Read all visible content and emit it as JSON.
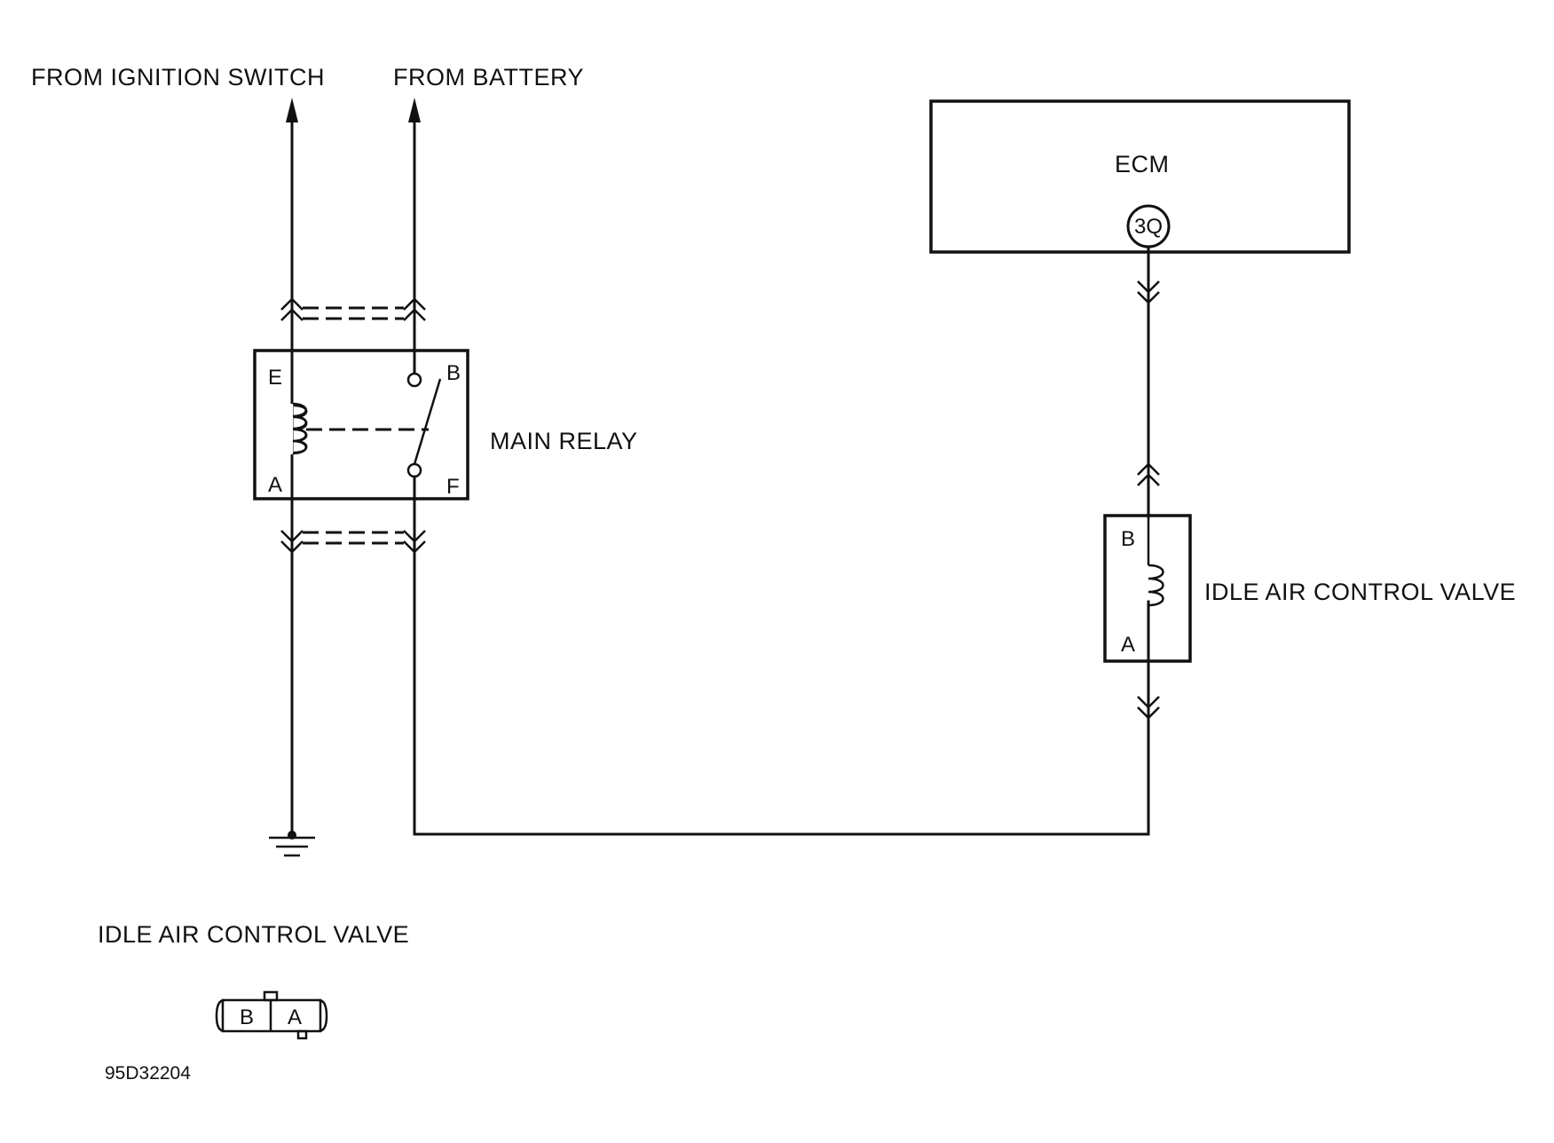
{
  "labels": {
    "ignition": "FROM IGNITION SWITCH",
    "battery": "FROM BATTERY",
    "ecm": "ECM",
    "ecm_terminal": "3Q",
    "main_relay": "MAIN RELAY",
    "iac_valve": "IDLE AIR CONTROL VALVE",
    "iac_connector_title": "IDLE AIR CONTROL VALVE",
    "figure_code": "95D32204"
  },
  "relay_pins": {
    "e": "E",
    "a": "A",
    "b": "B",
    "f": "F"
  },
  "iac_pins": {
    "b": "B",
    "a": "A"
  },
  "connector_pins": {
    "b": "B",
    "a": "A"
  }
}
